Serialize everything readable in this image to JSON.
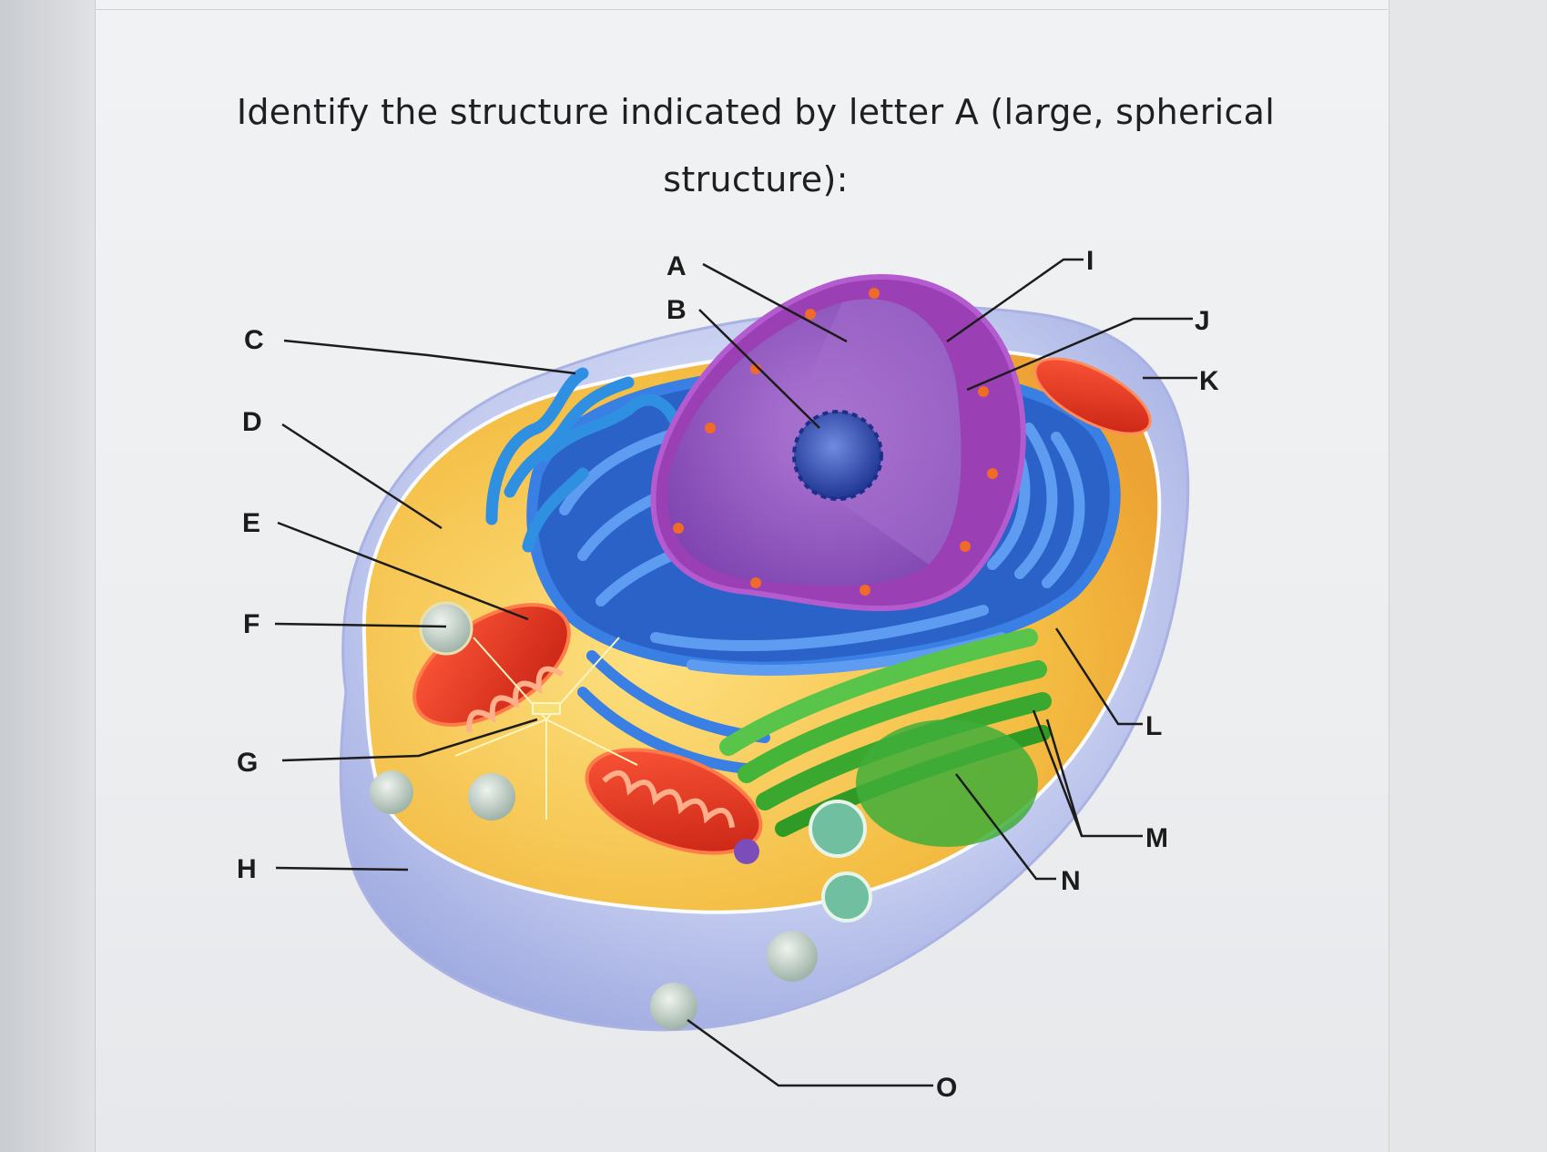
{
  "question": {
    "line1": "Identify the structure indicated by letter A (large, spherical",
    "line2": "structure):"
  },
  "labels": {
    "A": "A",
    "B": "B",
    "C": "C",
    "D": "D",
    "E": "E",
    "F": "F",
    "G": "G",
    "H": "H",
    "I": "I",
    "J": "J",
    "K": "K",
    "L": "L",
    "M": "M",
    "N": "N",
    "O": "O"
  },
  "colors": {
    "nucleus": "#8a4bb8",
    "nuclear_envelope": "#a63fb8",
    "nucleolus": "#2f4fb0",
    "endoplasmic_reticulum": "#2f6fd6",
    "golgi": "#3fb83a",
    "mitochondria": "#e0381e",
    "cytoplasm": "#f6c23c",
    "membrane": "#b8c2ec"
  }
}
